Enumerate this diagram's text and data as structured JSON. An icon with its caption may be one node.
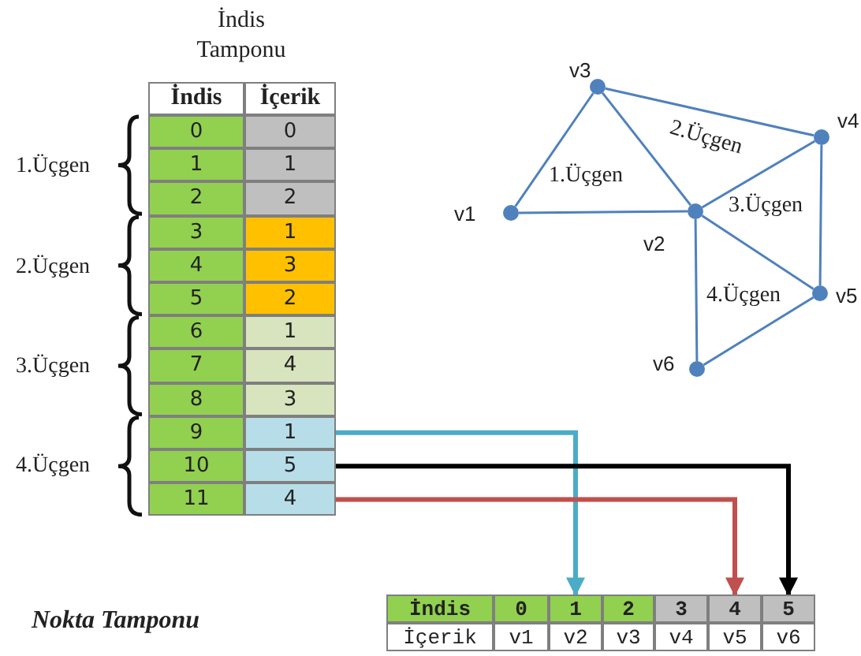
{
  "diagram": {
    "nodes": [
      {
        "text": [
          "İndis"
        ]
      },
      {
        "text": [
          "İçerik"
        ]
      },
      {
        "text": [
          "0"
        ]
      },
      {
        "text": [
          "0"
        ]
      },
      {
        "text": [
          "1"
        ]
      },
      {
        "text": [
          "1"
        ]
      },
      {
        "text": [
          "2"
        ]
      },
      {
        "text": [
          "2"
        ]
      },
      {
        "text": [
          "3"
        ]
      },
      {
        "text": [
          "1"
        ]
      },
      {
        "text": [
          "4"
        ]
      },
      {
        "text": [
          "3"
        ]
      },
      {
        "text": [
          "5"
        ]
      },
      {
        "text": [
          "2"
        ]
      },
      {
        "text": [
          "6"
        ]
      },
      {
        "text": [
          "1"
        ]
      },
      {
        "text": [
          "7"
        ]
      },
      {
        "text": [
          "4"
        ]
      },
      {
        "text": [
          "8"
        ]
      },
      {
        "text": [
          "3"
        ]
      },
      {
        "text": [
          "9"
        ]
      },
      {
        "text": [
          "1"
        ]
      },
      {
        "text": [
          "10"
        ]
      },
      {
        "text": [
          "5"
        ]
      },
      {
        "text": [
          "11"
        ]
      },
      {
        "text": [
          "4"
        ]
      },
      {
        "text": [
          "İndis"
        ]
      },
      {
        "text": [
          "0"
        ]
      },
      {
        "text": [
          "1"
        ]
      },
      {
        "text": [
          "2"
        ]
      },
      {
        "text": [
          "3"
        ]
      },
      {
        "text": [
          "4"
        ]
      },
      {
        "text": [
          "5"
        ]
      },
      {
        "text": [
          "İçerik"
        ]
      },
      {
        "text": [
          "v1"
        ]
      },
      {
        "text": [
          "v2"
        ]
      },
      {
        "text": [
          "v3"
        ]
      },
      {
        "text": [
          "v4"
        ]
      },
      {
        "text": [
          "v5"
        ]
      },
      {
        "text": [
          "v6"
        ]
      },
      {
        "text": [],
        "shape": "circle",
        "beside": [
          "v1"
        ]
      },
      {
        "text": [],
        "shape": "circle",
        "beside": [
          "v2"
        ]
      },
      {
        "text": [],
        "shape": "circle",
        "beside": [
          "v3"
        ]
      },
      {
        "text": [],
        "shape": "circle",
        "beside": [
          "v4"
        ]
      },
      {
        "text": [],
        "shape": "circle",
        "beside": [
          "v5"
        ]
      },
      {
        "text": [],
        "shape": "circle",
        "beside": [
          "v6"
        ]
      }
    ],
    "edges": [
      {
        "from": 21,
        "to": 28,
        "arrow": "to",
        "style": "thick",
        "color": "#4bacc6"
      },
      {
        "from": 23,
        "to": 32,
        "arrow": "to",
        "style": "thick",
        "color": "#000000"
      },
      {
        "from": 25,
        "to": 31,
        "arrow": "to",
        "style": "thick",
        "color": "#c0504d"
      },
      {
        "from": 40,
        "to": 41,
        "arrow": "none"
      },
      {
        "from": 40,
        "to": 42,
        "arrow": "none"
      },
      {
        "from": 42,
        "to": 41,
        "arrow": "none"
      },
      {
        "from": 42,
        "to": 43,
        "arrow": "none"
      },
      {
        "from": 43,
        "to": 41,
        "arrow": "none"
      },
      {
        "from": 43,
        "to": 44,
        "arrow": "none"
      },
      {
        "from": 41,
        "to": 44,
        "arrow": "none"
      },
      {
        "from": 41,
        "to": 45,
        "arrow": "none"
      },
      {
        "from": 45,
        "to": 44,
        "arrow": "none"
      }
    ],
    "labels": [
      "İndis Tamponu",
      "1.Üçgen",
      "2.Üçgen",
      "3.Üçgen",
      "4.Üçgen",
      "1.Üçgen",
      "2.Üçgen",
      "3.Üçgen",
      "4.Üçgen",
      "Nokta Tamponu"
    ]
  }
}
